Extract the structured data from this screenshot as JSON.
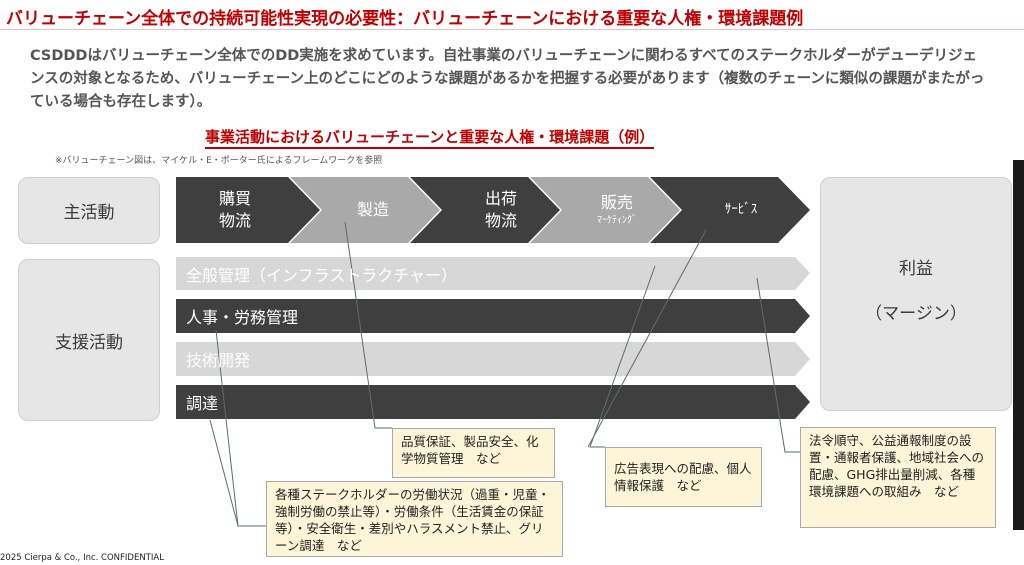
{
  "header": {
    "title": "バリューチェーン全体での持続可能性実現の必要性：バリューチェーンにおける重要な人権・環境課題例",
    "intro": "CSDDDはバリューチェーン全体でのDD実施を求めています。自社事業のバリューチェーンに関わるすべてのステークホルダーがデューデリジェンスの対象となるため、バリューチェーン上のどこにどのような課題があるかを把握する必要があります（複数のチェーンに類似の課題がまたがっている場合も存在します）。"
  },
  "diagram": {
    "title": "事業活動におけるバリューチェーンと重要な人権・環境課題（例）",
    "note": "※バリューチェーン図は、マイケル・E・ポーター氏によるフレームワークを参照",
    "primary_label": "主活動",
    "support_label": "支援活動",
    "margin_label_1": "利益",
    "margin_label_2": "（マージン）",
    "primary_steps": [
      {
        "line1": "購買",
        "line2": "物流"
      },
      {
        "line1": "製造",
        "line2": ""
      },
      {
        "line1": "出荷",
        "line2": "物流"
      },
      {
        "line1": "販売",
        "line2": "ﾏｰｹﾃｨﾝｸﾞ"
      },
      {
        "line1": "ｻｰﾋﾞｽ",
        "line2": ""
      }
    ],
    "support_rows": [
      "全般管理（インフラストラクチャー）",
      "人事・労務管理",
      "技術開発",
      "調達"
    ],
    "callouts": {
      "manufacturing": "品質保証、製品安全、化学物質管理　など",
      "marketing": "広告表現への配慮、個人情報保護　など",
      "labor": "各種ステークホルダーの労働状況（過重・児童・強制労働の禁止等）・労働条件（生活賃金の保証等）・安全衛生・差別やハラスメント禁止、グリーン調達　など",
      "management": "法令順守、公益通報制度の設置・通報者保護、地域社会への配慮、GHG排出量削減、各種環境課題への取組み　など"
    },
    "colors": {
      "dark": "#3f3f3f",
      "mid": "#a9a9a9",
      "light": "#d7d7d7",
      "accent": "#c00000",
      "callout_bg": "#fdf5d8"
    }
  },
  "footer": {
    "text": "2025 Cierpa & Co., Inc. CONFIDENTIAL"
  }
}
